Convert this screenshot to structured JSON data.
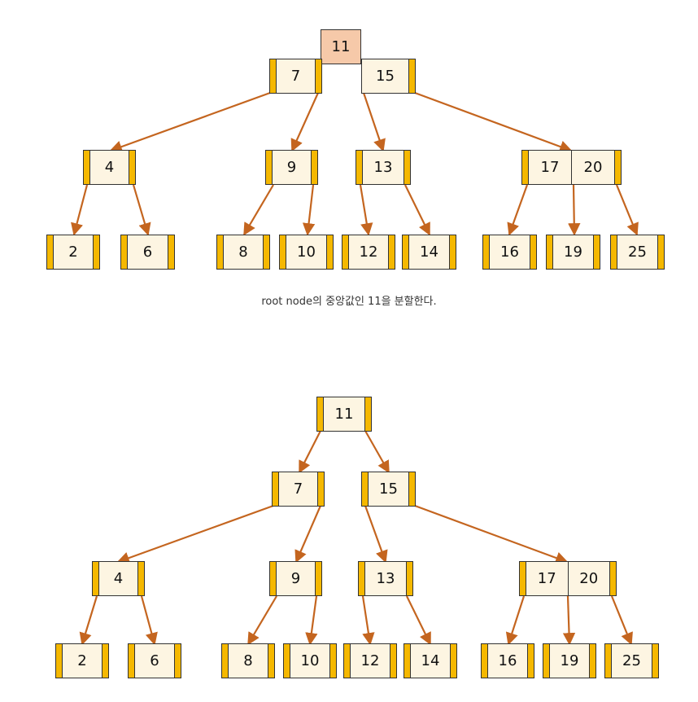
{
  "colors": {
    "node_fill": "#fdf5e2",
    "node_bar": "#f5b800",
    "highlight_fill": "#f6c9a9",
    "edge": "#c4651f",
    "border": "#333333"
  },
  "caption": "root node의 중앙값인 11을 분할한다.",
  "diagram1": {
    "highlight": "11",
    "root_pair": [
      "7",
      "15"
    ],
    "level1": [
      "4",
      "9",
      "13",
      "17",
      "20"
    ],
    "level2": [
      "2",
      "6",
      "8",
      "10",
      "12",
      "14",
      "16",
      "19",
      "25"
    ]
  },
  "diagram2": {
    "root": "11",
    "level1": [
      "7",
      "15"
    ],
    "level2": [
      "4",
      "9",
      "13",
      "17",
      "20"
    ],
    "level3": [
      "2",
      "6",
      "8",
      "10",
      "12",
      "14",
      "16",
      "19",
      "25"
    ]
  }
}
